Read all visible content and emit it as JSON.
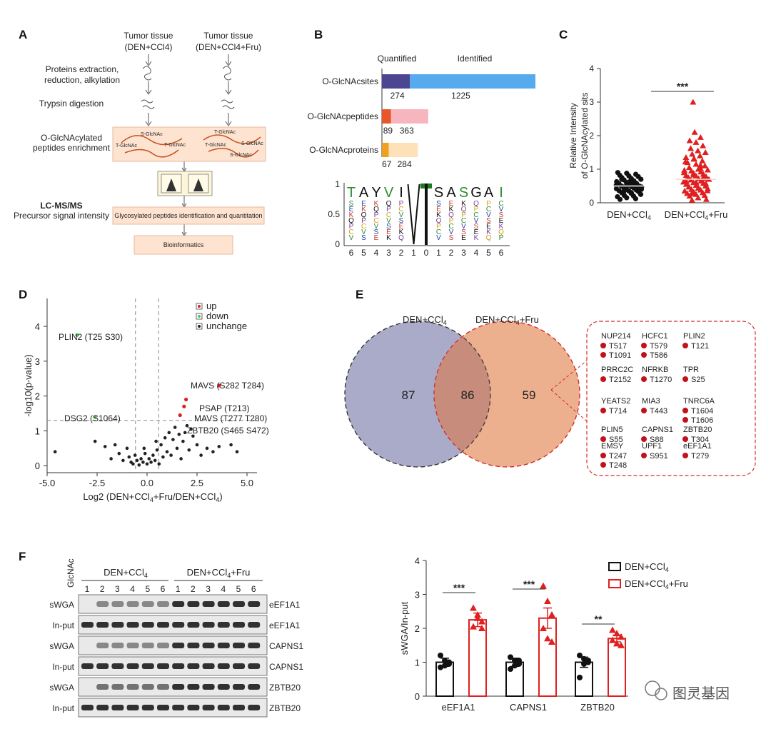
{
  "panels": {
    "A": {
      "label": "A",
      "tumor1": [
        "Tumor tissue",
        "(DEN+CCl4)"
      ],
      "tumor2": [
        "Tumor tissue",
        "(DEN+CCl4+Fru)"
      ],
      "steps": [
        [
          "Proteins extraction,",
          "reduction, alkylation"
        ],
        [
          "Trypsin digestion"
        ],
        [
          "O-GlcNAcylated",
          "peptides enrichment"
        ],
        [
          "LC-MS/MS",
          "Precursor signal intensity"
        ]
      ],
      "box_glyco": "Glycosylated peptides identification and quantitation",
      "box_bio": "Bioinformatics",
      "glcnac_tags": [
        "S-GlcNAc",
        "T-GlcNAc",
        "T-GlcNAc",
        "T-GlcNAc",
        "T-GlcNAc",
        "S-GlcNAc",
        "S-GlcNAc"
      ]
    },
    "B": {
      "label": "B",
      "col_quantified": "Quantified",
      "col_identified": "Identified",
      "logo_y_ticks": [
        "1",
        "0.5",
        "0"
      ],
      "logo_x_ticks": [
        "6",
        "5",
        "4",
        "3",
        "2",
        "1",
        "0",
        "1",
        "2",
        "3",
        "4",
        "5",
        "6"
      ]
    },
    "C": {
      "label": "C"
    },
    "D": {
      "label": "D"
    },
    "E": {
      "label": "E",
      "set1": "DEN+CCl4",
      "set2": "DEN+CCl4+Fru",
      "left_only": "87",
      "overlap": "86",
      "right_only": "59",
      "proteins": [
        {
          "name": "NUP214",
          "sites": [
            "T517",
            "T1091"
          ]
        },
        {
          "name": "HCFC1",
          "sites": [
            "T579",
            "T586"
          ]
        },
        {
          "name": "PLIN2",
          "sites": [
            "T121"
          ]
        },
        {
          "name": "PRRC2C",
          "sites": [
            "T2152"
          ]
        },
        {
          "name": "NFRKB",
          "sites": [
            "T1270"
          ]
        },
        {
          "name": "TPR",
          "sites": [
            "S25"
          ]
        },
        {
          "name": "YEATS2",
          "sites": [
            "T714"
          ]
        },
        {
          "name": "MIA3",
          "sites": [
            "T443"
          ]
        },
        {
          "name": "TNRC6A",
          "sites": [
            "T1604",
            "T1606"
          ]
        },
        {
          "name": "PLIN5",
          "sites": [
            "S55"
          ]
        },
        {
          "name": "CAPNS1",
          "sites": [
            "S88"
          ]
        },
        {
          "name": "ZBTB20",
          "sites": [
            "T304"
          ]
        },
        {
          "name": "EMSY",
          "sites": [
            "T247",
            "T248"
          ]
        },
        {
          "name": "UPF1",
          "sites": [
            "S951"
          ]
        },
        {
          "name": "eEF1A1",
          "sites": [
            "T279"
          ]
        }
      ]
    },
    "F": {
      "label": "F",
      "glcnac": "GlcNAc",
      "group1": "DEN+CCl4",
      "group2": "DEN+CCl4+Fru",
      "lanes": [
        "1",
        "2",
        "3",
        "4",
        "5",
        "6",
        "1",
        "2",
        "3",
        "4",
        "5",
        "6"
      ],
      "rows": [
        {
          "left": "sWGA",
          "right": "eEF1A1"
        },
        {
          "left": "In-put",
          "right": "eEF1A1"
        },
        {
          "left": "sWGA",
          "right": "CAPNS1"
        },
        {
          "left": "In-put",
          "right": "CAPNS1"
        },
        {
          "left": "sWGA",
          "right": "ZBTB20"
        },
        {
          "left": "In-put",
          "right": "ZBTB20"
        }
      ]
    }
  },
  "watermark": "图灵基因",
  "colors": {
    "sites_q": "#4b4592",
    "sites_i": "#56aaee",
    "pep_q": "#e8562a",
    "pep_i": "#f7b6bd",
    "prot_q": "#f0a020",
    "prot_i": "#fde2b8",
    "red": "#e02020",
    "green": "#4ac94a",
    "venn_left": "#a9abc8",
    "venn_right": "#eba985",
    "venn_overlap": "#c78c7b"
  },
  "chart_data": [
    {
      "id": "B-bars",
      "type": "bar",
      "orientation": "horizontal",
      "stacked": true,
      "categories": [
        "O-GlcNAcsites",
        "O-GlcNAcpeptides",
        "O-GlcNAcproteins"
      ],
      "series": [
        {
          "name": "Quantified",
          "values": [
            274,
            89,
            67
          ]
        },
        {
          "name": "Identified",
          "values": [
            1225,
            363,
            284
          ]
        }
      ]
    },
    {
      "id": "C-scatter",
      "type": "scatter",
      "ylabel": [
        "Relative Intensity",
        "of O-GlcNAcylated sits"
      ],
      "ylim": [
        0,
        4
      ],
      "yticks": [
        0,
        1,
        2,
        3,
        4
      ],
      "categories": [
        "DEN+CCl4",
        "DEN+CCl4+Fru"
      ],
      "significance": "***",
      "series": [
        {
          "name": "DEN+CCl4",
          "marker": "circle",
          "color": "#111111",
          "mean": 0.5,
          "values": [
            0.9,
            0.88,
            0.85,
            0.82,
            0.8,
            0.78,
            0.75,
            0.72,
            0.7,
            0.68,
            0.65,
            0.63,
            0.6,
            0.58,
            0.55,
            0.53,
            0.5,
            0.5,
            0.48,
            0.47,
            0.45,
            0.44,
            0.42,
            0.4,
            0.38,
            0.36,
            0.35,
            0.33,
            0.3,
            0.28,
            0.25,
            0.22,
            0.2,
            0.18,
            0.15,
            0.12,
            0.1,
            0.55,
            0.45,
            0.5,
            0.6,
            0.4,
            0.35,
            0.65,
            0.52,
            0.48,
            0.43,
            0.57,
            0.62,
            0.38,
            0.7,
            0.3,
            0.25,
            0.47,
            0.53
          ]
        },
        {
          "name": "DEN+CCl4+Fru",
          "marker": "triangle",
          "color": "#e02020",
          "mean": 0.7,
          "values": [
            3.0,
            2.1,
            1.95,
            1.85,
            1.8,
            1.7,
            1.62,
            1.55,
            1.5,
            1.45,
            1.4,
            1.35,
            1.3,
            1.25,
            1.2,
            1.15,
            1.1,
            1.05,
            1.0,
            0.98,
            0.95,
            0.92,
            0.9,
            0.88,
            0.85,
            0.82,
            0.8,
            0.78,
            0.75,
            0.72,
            0.7,
            0.68,
            0.65,
            0.62,
            0.6,
            0.58,
            0.55,
            0.52,
            0.5,
            0.48,
            0.45,
            0.42,
            0.4,
            0.38,
            0.35,
            0.32,
            0.3,
            0.28,
            0.25,
            0.22,
            0.2,
            0.15,
            0.1,
            0.08,
            1.02,
            0.97,
            0.83,
            0.77,
            0.66,
            0.61,
            0.57,
            0.47,
            0.43,
            0.36,
            0.27,
            1.12,
            1.22,
            1.32,
            0.73,
            0.63
          ]
        }
      ]
    },
    {
      "id": "D-volcano",
      "type": "scatter",
      "xlabel": "Log2 (DEN+CCl4+Fru/DEN+CCl4)",
      "ylabel": "-log10(p-value)",
      "xlim": [
        -5,
        5.5
      ],
      "ylim": [
        -0.2,
        4.8
      ],
      "xticks": [
        -5.0,
        -2.5,
        0.0,
        2.5,
        5.0
      ],
      "yticks": [
        0,
        1,
        2,
        3,
        4
      ],
      "vlines": [
        -0.58,
        0.58
      ],
      "hline": 1.3,
      "legend": [
        "up",
        "down",
        "unchange"
      ],
      "legend_position": "top-right",
      "highlighted": [
        {
          "label": "PLIN2 (T25 S30)",
          "x": -3.5,
          "y": 3.75,
          "group": "down"
        },
        {
          "label": "DSG2 (S1064)",
          "x": -2.6,
          "y": 1.4,
          "group": "down"
        },
        {
          "label": "MAVS (S282 T284)",
          "x": 3.6,
          "y": 2.3,
          "group": "up"
        },
        {
          "label": "PSAP (T213)",
          "x": 1.95,
          "y": 1.9,
          "group": "up"
        },
        {
          "label": "MAVS (T277 T280)",
          "x": 1.85,
          "y": 1.7,
          "group": "up"
        },
        {
          "label": "ZBTB20 (S465 S472)",
          "x": 1.65,
          "y": 1.45,
          "group": "up"
        }
      ],
      "unchanged": [
        [
          -4.6,
          0.4
        ],
        [
          -2.6,
          0.7
        ],
        [
          -2.1,
          0.55
        ],
        [
          -1.8,
          0.2
        ],
        [
          -1.6,
          0.6
        ],
        [
          -1.4,
          0.35
        ],
        [
          -1.2,
          0.15
        ],
        [
          -1.0,
          0.5
        ],
        [
          -0.9,
          0.25
        ],
        [
          -0.8,
          0.1
        ],
        [
          -0.7,
          0.05
        ],
        [
          -0.6,
          0.3
        ],
        [
          -0.5,
          0.15
        ],
        [
          -0.4,
          0.02
        ],
        [
          -0.3,
          0.2
        ],
        [
          -0.2,
          0.1
        ],
        [
          -0.1,
          0.35
        ],
        [
          0.0,
          0.05
        ],
        [
          0.1,
          0.2
        ],
        [
          0.2,
          0.1
        ],
        [
          0.3,
          0.3
        ],
        [
          0.4,
          0.15
        ],
        [
          0.5,
          0.45
        ],
        [
          0.6,
          0.05
        ],
        [
          0.7,
          0.6
        ],
        [
          0.8,
          0.25
        ],
        [
          0.9,
          0.8
        ],
        [
          1.0,
          0.4
        ],
        [
          1.1,
          0.95
        ],
        [
          1.2,
          0.3
        ],
        [
          1.3,
          0.75
        ],
        [
          1.4,
          1.1
        ],
        [
          1.5,
          0.5
        ],
        [
          1.6,
          0.9
        ],
        [
          1.7,
          0.2
        ],
        [
          1.8,
          0.7
        ],
        [
          2.0,
          1.15
        ],
        [
          2.1,
          0.45
        ],
        [
          2.3,
          0.85
        ],
        [
          2.5,
          0.6
        ],
        [
          2.7,
          0.3
        ],
        [
          3.0,
          0.5
        ],
        [
          3.3,
          0.4
        ],
        [
          3.6,
          0.55
        ],
        [
          4.2,
          0.6
        ],
        [
          4.5,
          0.4
        ],
        [
          1.9,
          0.95
        ],
        [
          2.2,
          1.05
        ],
        [
          -0.15,
          0.5
        ],
        [
          0.45,
          0.7
        ]
      ]
    },
    {
      "id": "F-bars",
      "type": "bar",
      "ylabel": "sWGA/In-put",
      "ylim": [
        0,
        4
      ],
      "yticks": [
        0,
        1,
        2,
        3,
        4
      ],
      "categories": [
        "eEF1A1",
        "CAPNS1",
        "ZBTB20"
      ],
      "legend_position": "top-right",
      "significance": [
        "***",
        "***",
        "**"
      ],
      "series": [
        {
          "name": "DEN+CCl4",
          "color": "#111111",
          "values": [
            1.0,
            1.0,
            1.0
          ],
          "errors": [
            0.12,
            0.12,
            0.15
          ],
          "points": [
            [
              1.2,
              1.05,
              0.95,
              0.85,
              0.9,
              1.0
            ],
            [
              1.15,
              1.05,
              0.95,
              0.8,
              0.9,
              1.05
            ],
            [
              1.2,
              1.1,
              1.0,
              0.55,
              0.95,
              1.05
            ]
          ]
        },
        {
          "name": "DEN+CCl4+Fru",
          "color": "#e02020",
          "values": [
            2.25,
            2.3,
            1.7
          ],
          "errors": [
            0.2,
            0.3,
            0.1
          ],
          "points": [
            [
              2.6,
              2.4,
              2.2,
              2.05,
              2.3,
              2.0
            ],
            [
              3.25,
              2.8,
              2.4,
              2.0,
              1.7,
              1.6
            ],
            [
              1.95,
              1.85,
              1.75,
              1.65,
              1.55,
              1.5
            ]
          ]
        }
      ]
    }
  ]
}
